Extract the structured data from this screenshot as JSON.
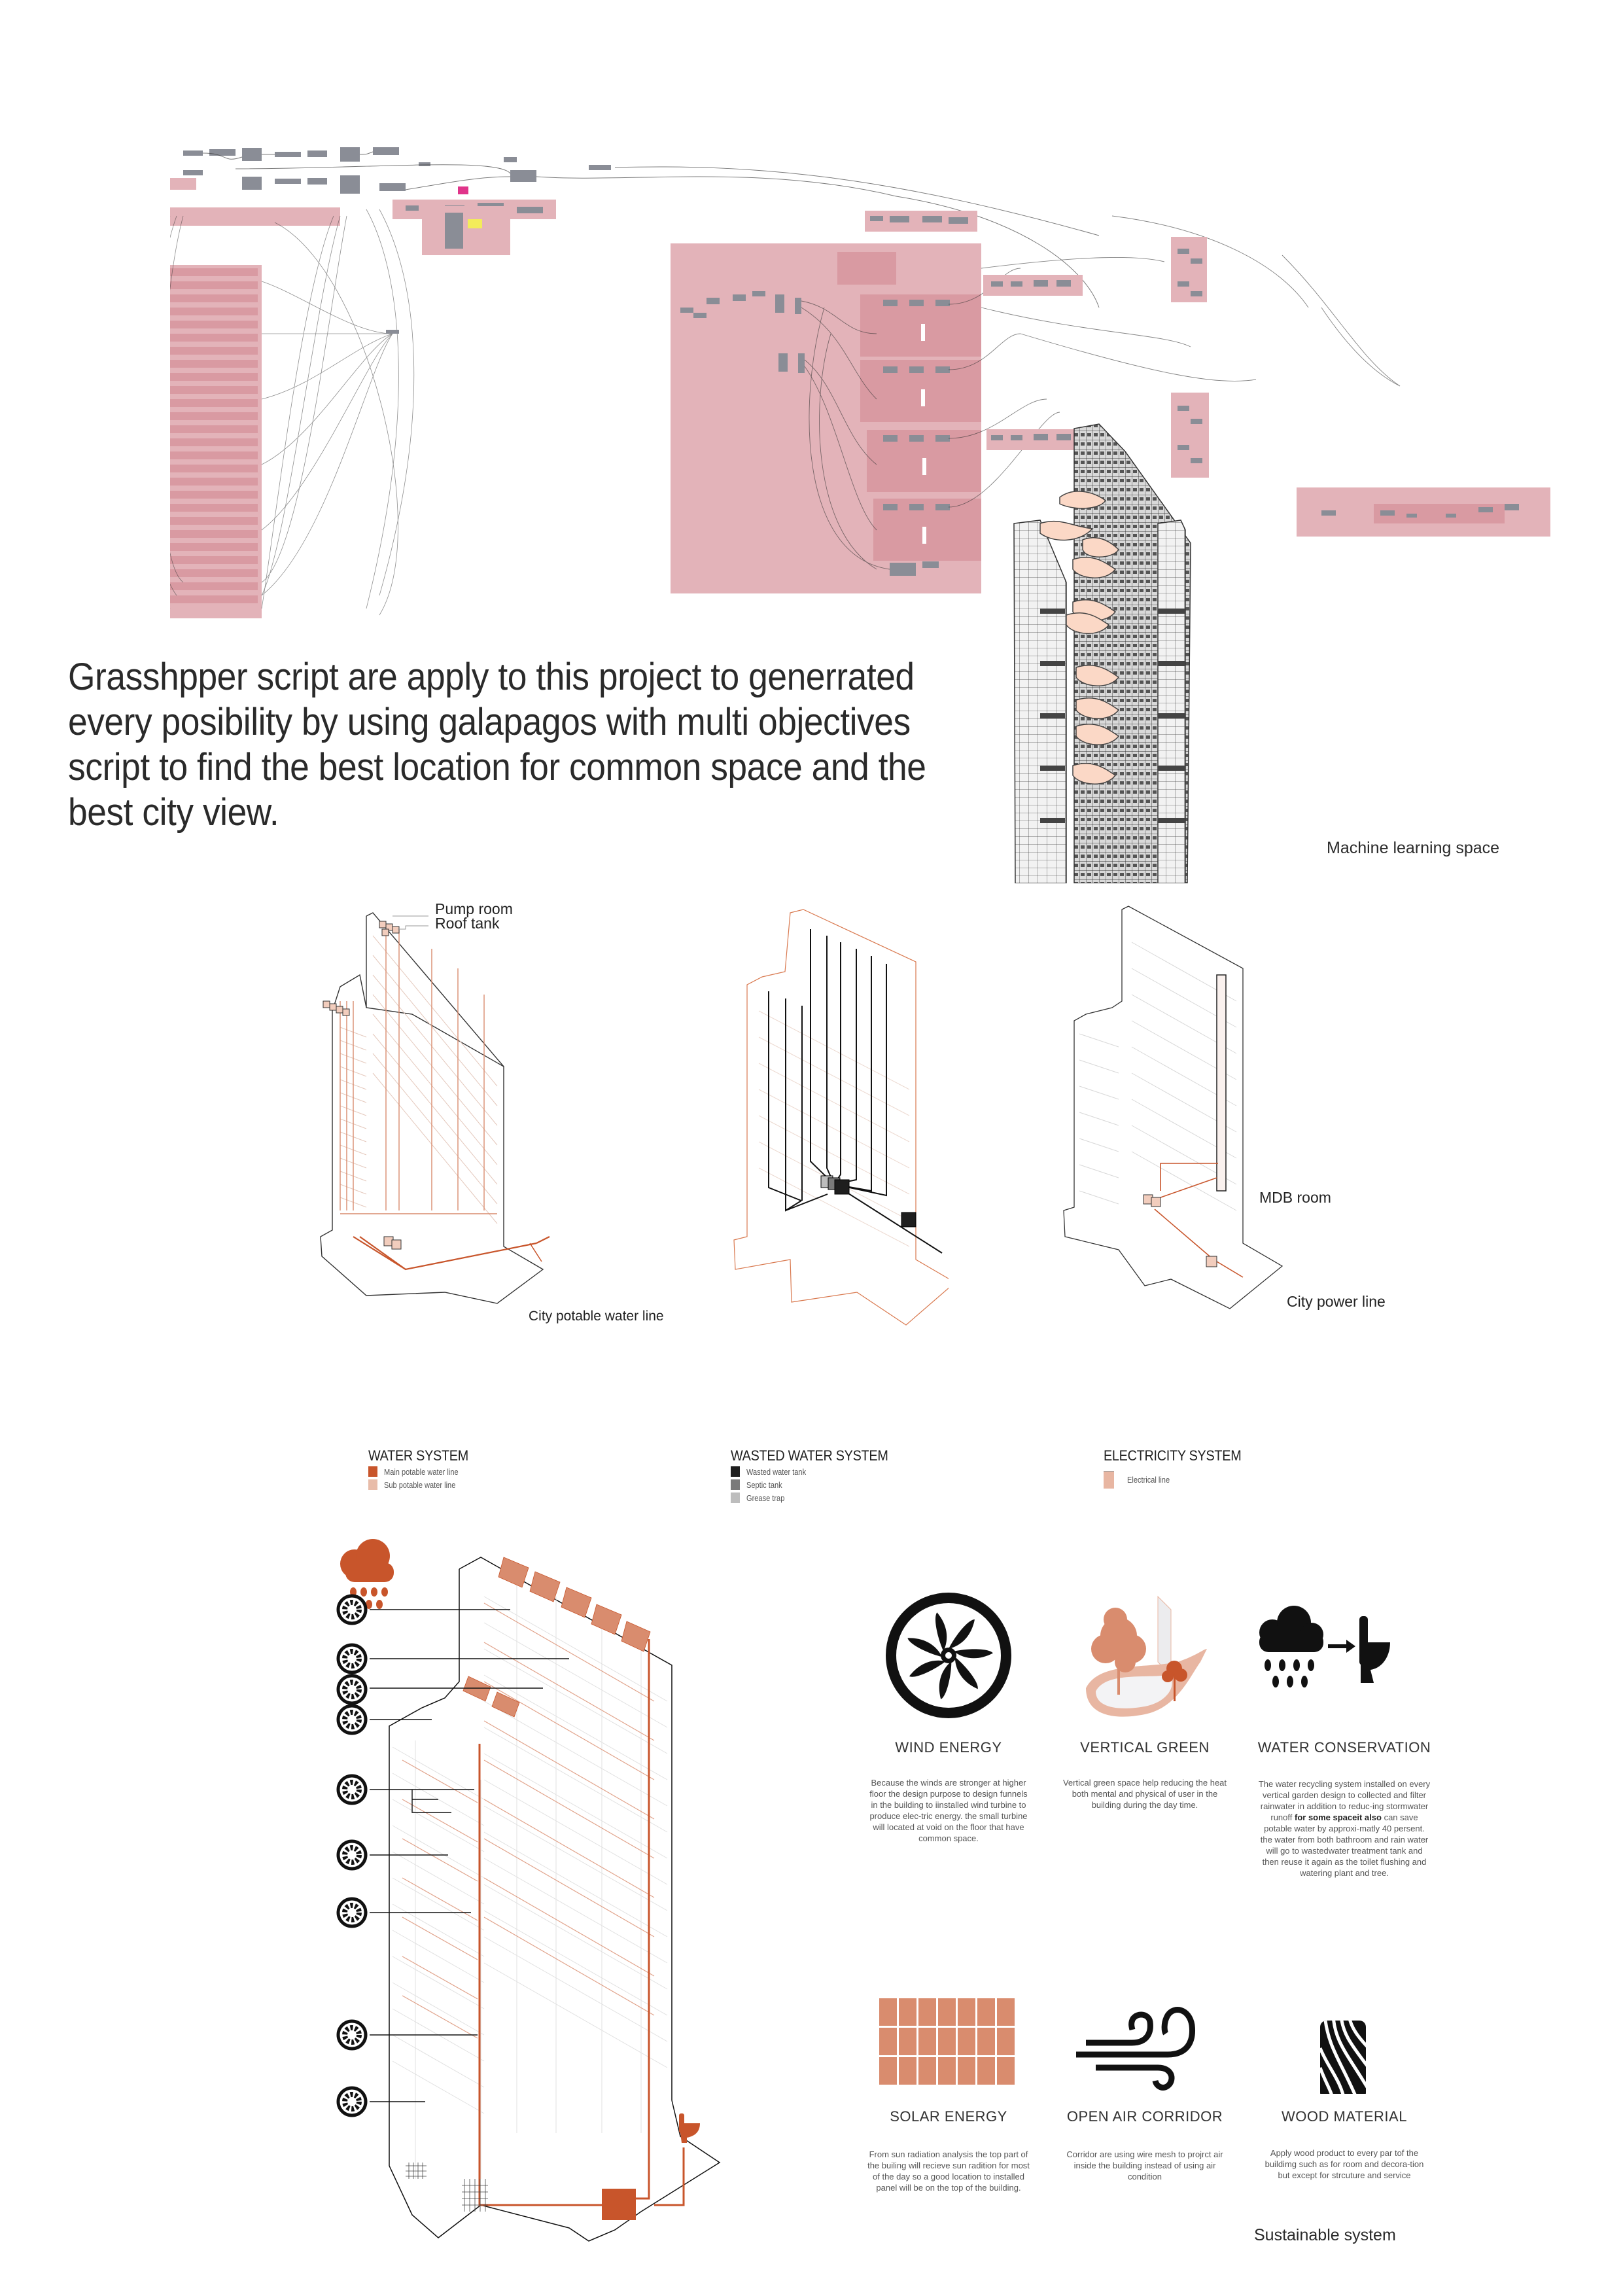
{
  "script_section": {
    "description": "Grasshpper script are apply to this project to generrated every posibility by using galapagos with multi objectives script to find the best location for common space and the best city view.",
    "caption": "Machine learning space",
    "colors": {
      "group_fill": "#e3b3b9",
      "group_fill_dark": "#d99aa2",
      "node": "#8a8d96",
      "wire": "#555555",
      "highlight_pink": "#e0348a",
      "highlight_yellow": "#f3ec5a"
    }
  },
  "system_diagrams": {
    "water": {
      "callouts": [
        "Pump room",
        "Roof tank"
      ],
      "city_line_label": "City potable water line"
    },
    "wastewater": {},
    "electricity": {
      "callout": "MDB room",
      "city_line_label": "City power line"
    }
  },
  "legends": [
    {
      "title": "WATER SYSTEM",
      "items": [
        {
          "label": "Main potable water line",
          "color": "#c8552b"
        },
        {
          "label": "Sub potable water line",
          "color": "#e8bca9"
        }
      ]
    },
    {
      "title": "WASTED WATER SYSTEM",
      "items": [
        {
          "label": "Wasted water tank",
          "color": "#1e1e1e"
        },
        {
          "label": "Septic tank",
          "color": "#7a7a7a"
        },
        {
          "label": "Grease trap",
          "color": "#bdbdbd"
        }
      ]
    },
    {
      "title": "ELECTRICITY SYSTEM",
      "items": [
        {
          "label": "Electrical line",
          "color": "#e8b6a2"
        }
      ]
    }
  ],
  "features": [
    {
      "title": "WIND ENERGY",
      "icon": "wind-turbine-icon",
      "description": "Because the winds are stronger at higher floor the design purpose to design funnels in the building to iinstalled wind turbine to produce elec-tric energy. the small turbine will located at void on the floor that have common space."
    },
    {
      "title": "VERTICAL GREEN",
      "icon": "vertical-green-icon",
      "description": "Vertical green space help reducing the heat both mental and physical of user in the building during the day time."
    },
    {
      "title": "WATER CONSERVATION",
      "icon": "rain-to-toilet-icon",
      "description_pre": "The water recycling system installed on every vertical garden design to collected and filter rainwater in addition to reduc-ing stormwater runoff ",
      "description_bold": "for some spaceit also",
      "description_post": " can save potable water by approxi-matly 40 persent. the water from both bathroom and rain water will go to wastedwater treatment tank and then reuse it again as the toilet flushing and watering plant and tree."
    },
    {
      "title": "SOLAR ENERGY",
      "icon": "solar-panel-icon",
      "description": "From sun radiation analysis the top part of the builing will recieve sun radition for most of the day so a good location to installed panel will be on the top of the building."
    },
    {
      "title": "OPEN AIR CORRIDOR",
      "icon": "wind-icon",
      "description": "Corridor are using wire mesh to projrct air inside the building instead of using air condition"
    },
    {
      "title": "WOOD MATERIAL",
      "icon": "wood-grain-icon",
      "description": "Apply wood product to every par tof the buildimg such as for room and decora-tion but except for strcuture and service"
    }
  ],
  "section_caption": "Sustainable system",
  "colors": {
    "accent_orange": "#c8552b",
    "solar_tile": "#d98c6e",
    "light_orange": "#e8bca9",
    "black": "#111111"
  }
}
